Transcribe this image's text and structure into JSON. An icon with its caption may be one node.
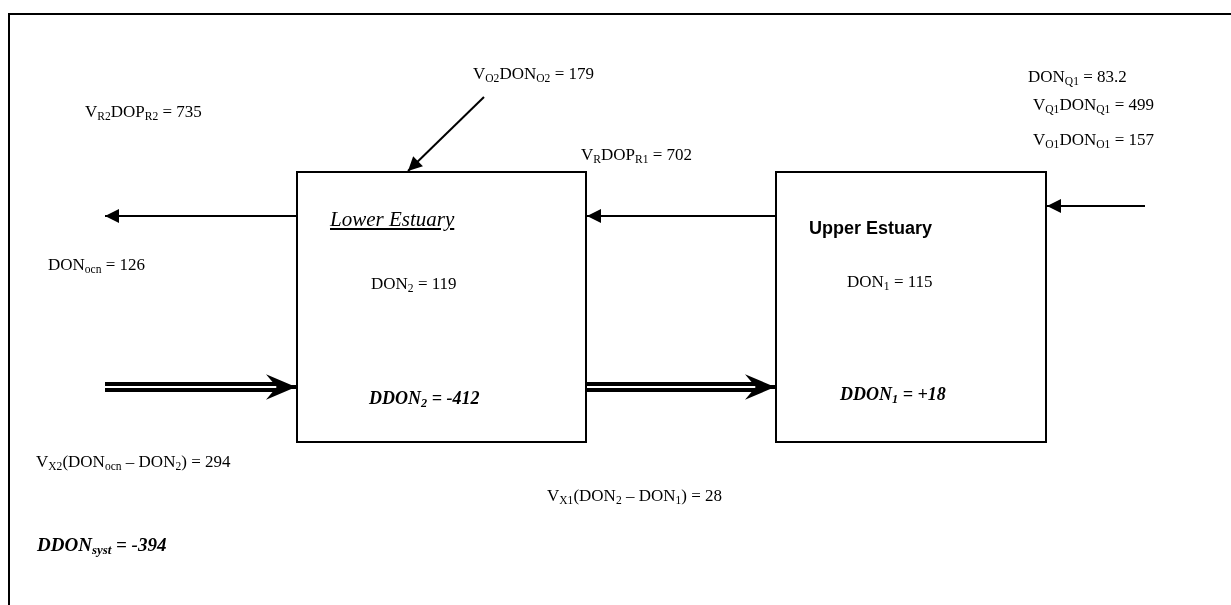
{
  "diagram": {
    "nodes": [
      {
        "text": [
          "Lower Estuary",
          "DON$_{2}$ = 119",
          "DDON$_{2}$ = -412"
        ]
      },
      {
        "text": [
          "Upper Estuary",
          "DON$_{1}$ = 115",
          "DDON$_{1}$ = +18"
        ]
      }
    ],
    "edges": [
      {
        "from": 1,
        "to": 0,
        "arrow": "to",
        "label": "V$_{R}$DOP$_{R1}$ = 702"
      },
      {
        "from": 0,
        "to": null,
        "arrow": "to"
      },
      {
        "from": null,
        "to": 0,
        "arrow": "to",
        "style": "thick",
        "label": "V$_{X2}$(DON$_{ocn}$ – DON$_{2}$) = 294"
      },
      {
        "from": 0,
        "to": 1,
        "arrow": "to",
        "style": "thick"
      },
      {
        "from": null,
        "to": 0,
        "arrow": "to",
        "label": "V$_{O2}$DON$_{O2}$ = 179"
      },
      {
        "from": null,
        "to": 1,
        "arrow": "to"
      }
    ],
    "labels": [
      "V$_{R2}$DOP$_{R2}$ = 735",
      "DON$_{ocn}$ = 126",
      "V$_{X1}$(DON$_{2}$ – DON$_{1}$) = 28",
      "DON$_{Q1}$ = 83.2",
      "V$_{Q1}$DON$_{Q1}$ = 499",
      "V$_{O1}$DON$_{O1}$ = 157",
      "DDON$_{syst}$ = -394"
    ]
  }
}
